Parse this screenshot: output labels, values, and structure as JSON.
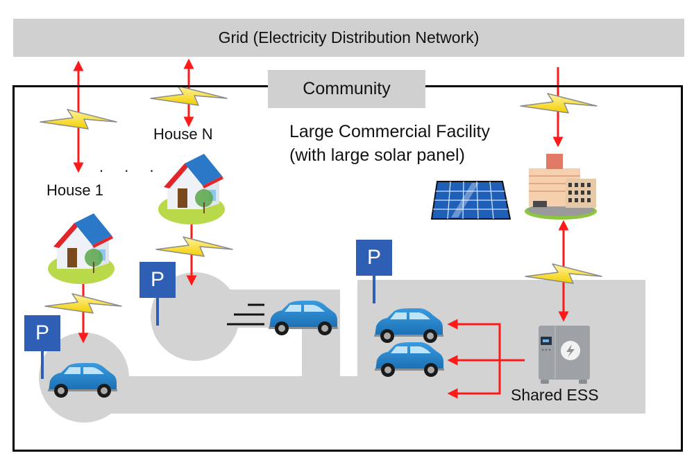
{
  "diagram": {
    "grid": {
      "label": "Grid (Electricity Distribution Network)"
    },
    "community": {
      "label": "Community"
    },
    "houses": [
      {
        "id": "house-1",
        "label": "House 1"
      },
      {
        "id": "house-n",
        "label": "House N"
      }
    ],
    "ellipsis": ". . .",
    "facility": {
      "line1": "Large Commercial Facility",
      "line2": "(with large solar panel)"
    },
    "ess": {
      "label": "Shared ESS"
    },
    "parking_sign": {
      "letter": "P"
    },
    "colors": {
      "grid_bar": "#d0d0d0",
      "road": "#d3d3d3",
      "arrow": "#ff1a1a",
      "lightning": "#f5d800",
      "car": "#2a86cc",
      "parking_sign": "#2f5fb5",
      "ess": "#9a9ea3",
      "border": "#000000"
    }
  }
}
